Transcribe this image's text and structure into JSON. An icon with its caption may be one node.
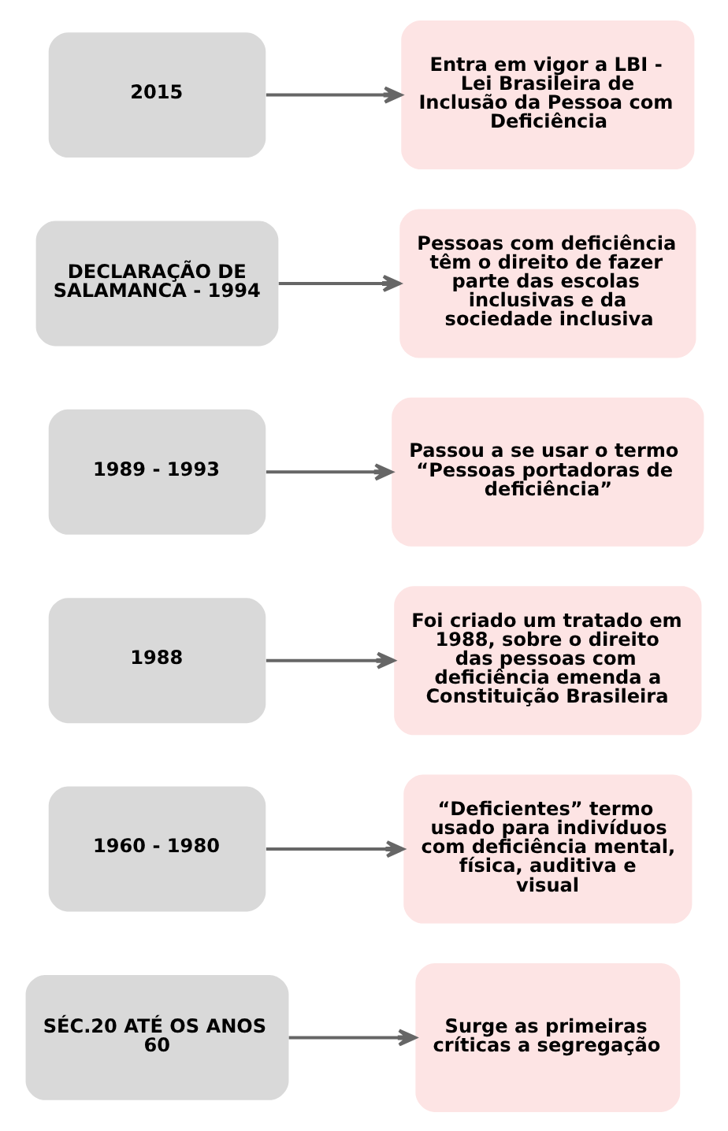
{
  "diagram": {
    "nodes": [
      {
        "text": [
          "SÉC.20 ATÉ OS ANOS 60"
        ]
      },
      {
        "text": [
          "Surge as primeiras críticas a segregação"
        ]
      },
      {
        "text": [
          "1960 - 1980"
        ]
      },
      {
        "text": [
          "“Deficientes” termo usado para indivíduos com deficiência mental, física, auditiva e visual"
        ]
      },
      {
        "text": [
          "1988"
        ]
      },
      {
        "text": [
          "Foi criado um tratado em 1988, sobre o direito das pessoas com deficiência emenda a Constituição Brasileira"
        ]
      },
      {
        "text": [
          "1989 - 1993"
        ]
      },
      {
        "text": [
          "Passou a se usar o termo “Pessoas portadoras de deficiência”"
        ]
      },
      {
        "text": [
          "DECLARAÇÃO DE SALAMANCA - 1994"
        ]
      },
      {
        "text": [
          "Pessoas com deficiência têm o direito de fazer parte das escolas inclusivas e da sociedade inclusiva"
        ]
      },
      {
        "text": [
          "2015"
        ]
      },
      {
        "text": [
          "Entra em vigor a LBI - Lei Brasileira de Inclusão da Pessoa com Deficiência"
        ]
      }
    ],
    "edges": [
      {
        "from": 0,
        "to": 1,
        "arrow": "to"
      },
      {
        "from": 2,
        "to": 3,
        "arrow": "to"
      },
      {
        "from": 4,
        "to": 5,
        "arrow": "to"
      },
      {
        "from": 6,
        "to": 7,
        "arrow": "to"
      },
      {
        "from": 8,
        "to": 9,
        "arrow": "to"
      },
      {
        "from": 10,
        "to": 11,
        "arrow": "to"
      }
    ]
  }
}
